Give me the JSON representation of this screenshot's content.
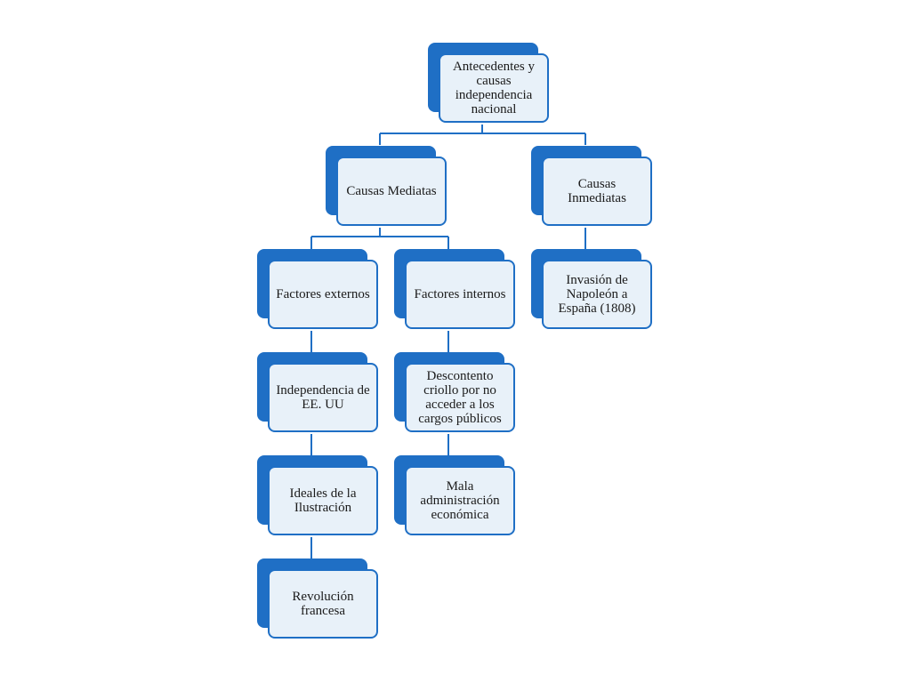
{
  "diagram": {
    "accent_color": "#1f6fc5",
    "fill_color": "#e8f1f9",
    "nodes": {
      "root": "Antecedentes y causas independencia nacional",
      "mediatas": "Causas Mediatas",
      "inmediatas": "Causas Inmediatas",
      "externos": "Factores externos",
      "internos": "Factores internos",
      "invasion": "Invasión de Napoleón a España (1808)",
      "eeuu": "Independencia de EE. UU",
      "descontento": "Descontento criollo por no acceder a los cargos públicos",
      "ilustracion": "Ideales de la Ilustración",
      "administracion": "Mala administración económica",
      "revolucion": "Revolución francesa"
    }
  }
}
